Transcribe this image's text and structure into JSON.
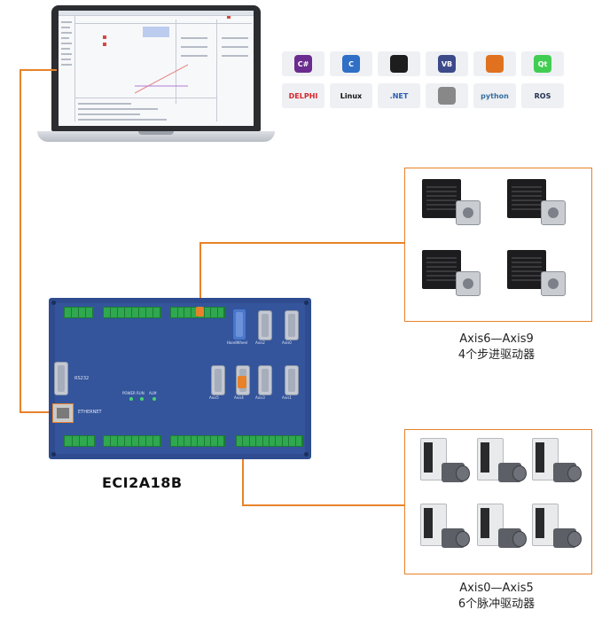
{
  "model_label": "ECI2A18B",
  "stepper_group": {
    "axis_range": "Axis6—Axis9",
    "description": "4个步进驱动器"
  },
  "pulse_group": {
    "axis_range": "Axis0—Axis5",
    "description": "6个脉冲驱动器"
  },
  "tiles": [
    {
      "label": "C#",
      "icon": "csharp-icon",
      "color": "#6a2c8f"
    },
    {
      "label": "C",
      "icon": "c-icon",
      "color": "#2f6fc6"
    },
    {
      "label": "",
      "icon": "labview-icon",
      "color": "#1d1d1d"
    },
    {
      "label": "VB",
      "icon": "vb-icon",
      "color": "#3d4a8a"
    },
    {
      "label": "",
      "icon": "matlab-icon",
      "color": "#e0711f"
    },
    {
      "label": "Qt",
      "icon": "qt-icon",
      "color": "#41cd52"
    },
    {
      "label": "DELPHI",
      "icon": "delphi-icon",
      "color": "#d7262b"
    },
    {
      "label": "Linux",
      "icon": "linux-icon",
      "color": "#111111"
    },
    {
      "label": ".NET",
      "icon": "dotnet-icon",
      "color": "#2a5db0"
    },
    {
      "label": "",
      "icon": "apple-icon",
      "color": "#888888"
    },
    {
      "label": "python",
      "icon": "python-icon",
      "color": "#356ea0"
    },
    {
      "label": "ROS",
      "icon": "ros-icon",
      "color": "#22314e"
    }
  ],
  "board_labels": {
    "rs232": "RS232",
    "ethernet": "ETHERNET",
    "handwheel": "HandWheel",
    "axis4": "Axis4",
    "axis3": "Axis3",
    "axis2": "Axis2",
    "axis1": "Axis1",
    "axis0": "Axis0",
    "axis5": "Axis5",
    "led_power": "POWER",
    "led_run": "RUN",
    "led_alm": "ALM"
  },
  "colors": {
    "accent": "#e8822a",
    "board": "#2e4c8f",
    "terminal": "#2fa84f"
  }
}
